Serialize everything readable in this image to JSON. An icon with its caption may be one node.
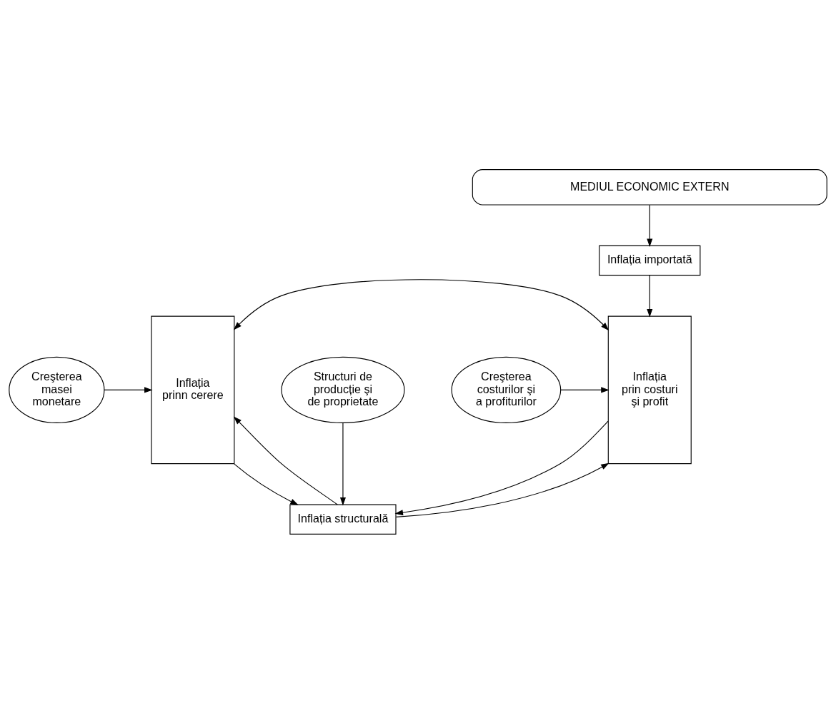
{
  "diagram": {
    "nodes": [
      {
        "text": [
          "MEDIUL ECONOMIC EXTERN"
        ]
      },
      {
        "text": [
          "Inflația importată"
        ]
      },
      {
        "text": [
          "Inflația prinn cerere"
        ]
      },
      {
        "text": [
          "Inflația prin costuri şi profit"
        ]
      },
      {
        "text": [
          "Creşterea masei monetare"
        ]
      },
      {
        "text": [
          "Creşterea costurilor şi a profiturilor"
        ]
      },
      {
        "text": [
          "Inflația structurală"
        ]
      },
      {
        "text": [
          "Structuri de producție şi de proprietate"
        ]
      }
    ],
    "edges": [
      {
        "from": 0,
        "to": 1,
        "arrow": "to"
      },
      {
        "from": 1,
        "to": 3,
        "arrow": "to"
      },
      {
        "from": 4,
        "to": 2,
        "arrow": "to"
      },
      {
        "from": 5,
        "to": 3,
        "arrow": "to"
      },
      {
        "from": 2,
        "to": 3,
        "arrow": "both"
      },
      {
        "from": 6,
        "to": 2,
        "arrow": "to"
      },
      {
        "from": 6,
        "to": 3,
        "arrow": "to"
      },
      {
        "from": 2,
        "to": 6,
        "arrow": "to"
      },
      {
        "from": 3,
        "to": 6,
        "arrow": "to"
      },
      {
        "from": 7,
        "to": 6,
        "arrow": "to"
      }
    ]
  }
}
